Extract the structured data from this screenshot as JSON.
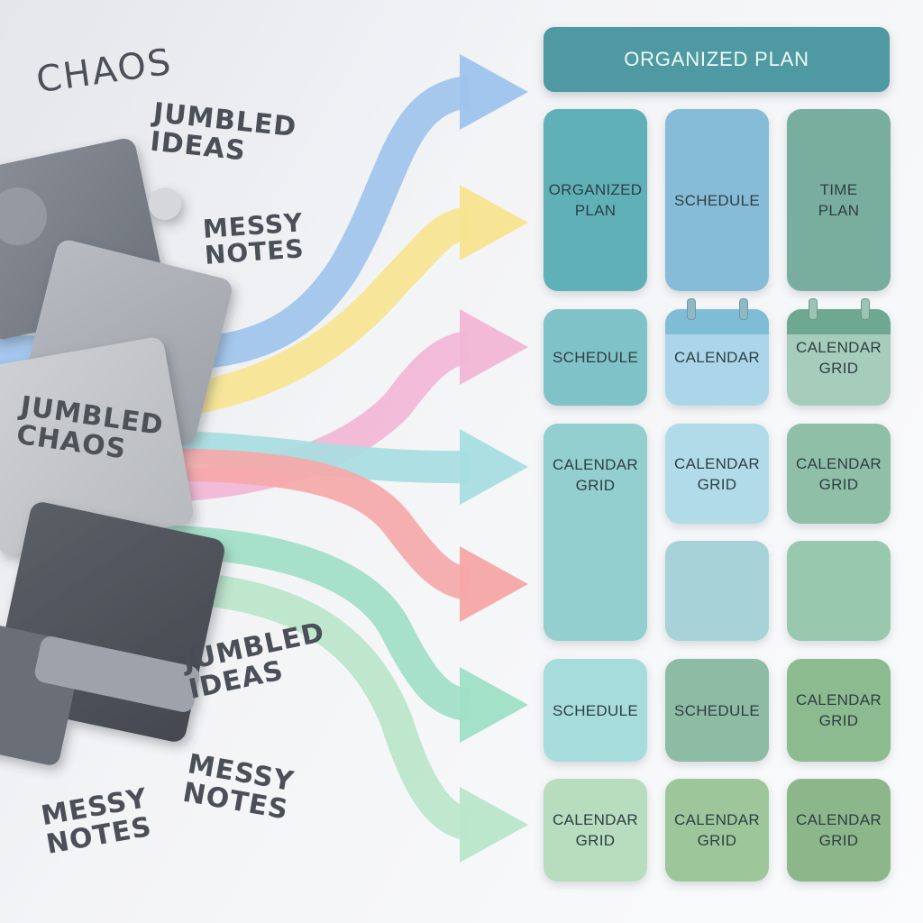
{
  "left": {
    "scribbles": [
      {
        "id": "chaos-top",
        "text": "CHAOS"
      },
      {
        "id": "jumbled-ideas-top",
        "text": "JUMBLED\nIDEAS"
      },
      {
        "id": "messy-notes-top",
        "text": "MESSY\nNOTES"
      },
      {
        "id": "jumbled-chaos",
        "text": "JUMBLED\nCHAOS"
      },
      {
        "id": "jumbled-ideas-bottom",
        "text": "JUMBLED\nIDEAS"
      },
      {
        "id": "messy-notes-mid",
        "text": "MESSY\nNOTES"
      },
      {
        "id": "messy-notes-bottom",
        "text": "MESSY\nNOTES"
      }
    ]
  },
  "right": {
    "header": "ORGANIZED PLAN",
    "tiles": [
      {
        "text": "ORGANIZED\nPLAN"
      },
      {
        "text": "SCHEDULE"
      },
      {
        "text": "TIME\nPLAN"
      },
      {
        "text": "SCHEDULE"
      },
      {
        "text": "CALENDAR"
      },
      {
        "text": "CALENDAR\nGRID"
      },
      {
        "text": "CALENDAR\nGRID"
      },
      {
        "text": "CALENDAR\nGRID"
      },
      {
        "text": "CALENDAR\nGRID"
      },
      {
        "text": ""
      },
      {
        "text": ""
      },
      {
        "text": "SCHEDULE"
      },
      {
        "text": "SCHEDULE"
      },
      {
        "text": "CALENDAR\nGRID"
      },
      {
        "text": "CALENDAR\nGRID"
      },
      {
        "text": "CALENDAR\nGRID"
      },
      {
        "text": "CALENDAR\nGRID"
      }
    ]
  },
  "arrows": [
    {
      "name": "blue-arrow",
      "color": "#9dc3ec"
    },
    {
      "name": "yellow-arrow",
      "color": "#f7e48f"
    },
    {
      "name": "pink-arrow",
      "color": "#f2b6d6"
    },
    {
      "name": "teal-arrow",
      "color": "#a6dde0"
    },
    {
      "name": "salmon-arrow",
      "color": "#f6a7a7"
    },
    {
      "name": "mint-arrow",
      "color": "#9edfc6"
    },
    {
      "name": "light-green-arrow",
      "color": "#b9e6c9"
    }
  ]
}
